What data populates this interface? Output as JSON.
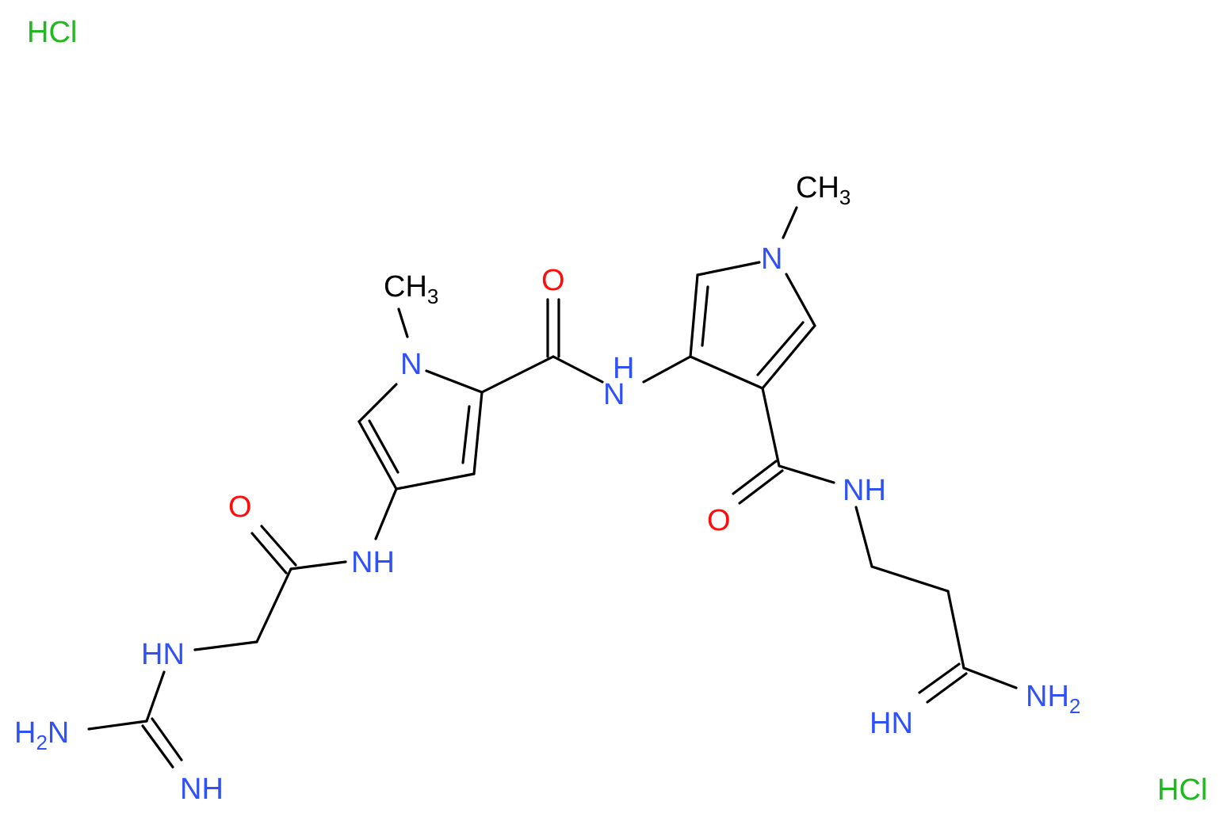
{
  "colors": {
    "bond": "#000000",
    "nitrogen": "#3050f8",
    "oxygen": "#ff0d0d",
    "chlorine": "#1fb81f"
  },
  "labels": {
    "hcl_1": "HCl",
    "hcl_2": "HCl",
    "ch3_a": {
      "main": "CH",
      "sub": "3"
    },
    "ch3_b": {
      "main": "CH",
      "sub": "3"
    },
    "n_ring_a": "N",
    "n_ring_b": "N",
    "o_amide_top": "O",
    "nh_link": {
      "n": "N",
      "h": "H"
    },
    "o_amide_right": "O",
    "nh_right": "NH",
    "nh_left": "NH",
    "o_amide_left": "O",
    "hn_guan": "HN",
    "h2n_guan": {
      "h": "H",
      "sub": "2",
      "n": "N"
    },
    "nh_guan": "NH",
    "hn_amidine": "HN",
    "nh2_amidine": {
      "main": "NH",
      "sub": "2"
    }
  }
}
